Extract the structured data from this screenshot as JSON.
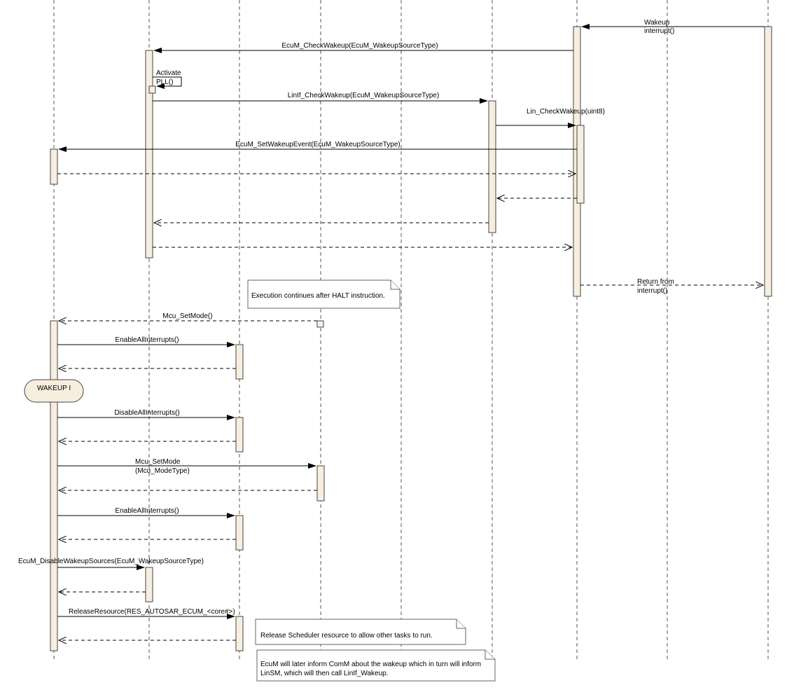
{
  "messages": {
    "wakeup_interrupt": [
      "Wakeup",
      "interrupt()"
    ],
    "check_wakeup": "EcuM_CheckWakeup(EcuM_WakeupSourceType)",
    "activate_pll": [
      "Activate",
      "PLL()"
    ],
    "linif_check_wakeup": "LinIf_CheckWakeup(EcuM_WakeupSourceType)",
    "lin_check_wakeup": "Lin_CheckWakeup(uint8)",
    "set_wakeup_event": "EcuM_SetWakeupEvent(EcuM_WakeupSourceType)",
    "return_from_interrupt": [
      "Return from",
      "interrupt()"
    ],
    "mcu_setmode_return": "Mcu_SetMode()",
    "enable_all_interrupts_1": "EnableAllInterrupts()",
    "disable_all_interrupts": "DisableAllInterrupts()",
    "mcu_setmode_call": [
      "Mcu_SetMode",
      "(Mcu_ModeType)"
    ],
    "enable_all_interrupts_2": "EnableAllInterrupts()",
    "disable_wakeup_sources": "EcuM_DisableWakeupSources(EcuM_WakeupSourceType)",
    "release_resource": "ReleaseResource(RES_AUTOSAR_ECUM_<core#>)"
  },
  "state": {
    "label": "WAKEUP I"
  },
  "notes": {
    "halt": "Execution continues after HALT instruction.",
    "release_scheduler": "Release Scheduler resource to allow other tasks to run.",
    "inform_comm": [
      "EcuM will later inform ComM about the wakeup which in turn will inform",
      "LinSM, which will then call LinIf_Wakeup."
    ]
  },
  "colors": {
    "activation_fill": "#f8eee0",
    "line": "#000000"
  }
}
